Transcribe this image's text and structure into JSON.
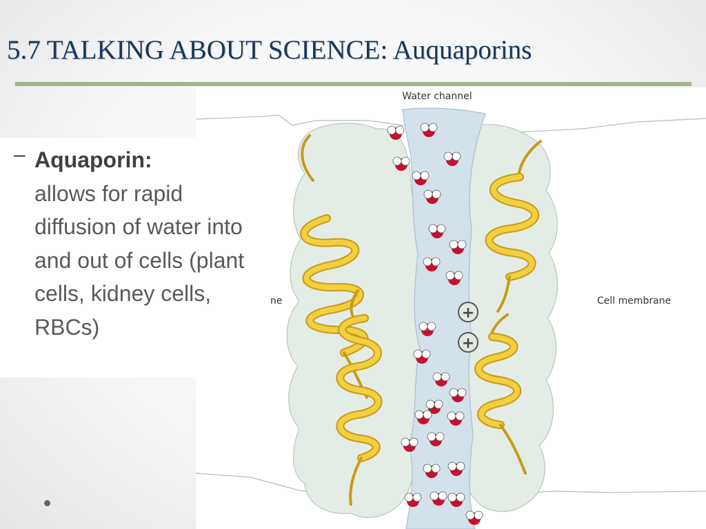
{
  "slide": {
    "title": "5.7 TALKING ABOUT SCIENCE: Auquaporins",
    "bullet": {
      "term": "Aquaporin:",
      "body": "allows for rapid diffusion of water into and out of cells (plant cells, kidney cells, RBCs)"
    }
  },
  "figure": {
    "labels": {
      "water_channel": "Water channel",
      "cell_membrane_left_fragment": "ne",
      "cell_membrane_right": "Cell membrane"
    },
    "charge_symbols": [
      "+",
      "+"
    ],
    "water_molecule_count": 25,
    "helix_count": 4
  },
  "colors": {
    "title": "#17375e",
    "rule": "#a3b38a",
    "protein_fill": "#e4ece6",
    "channel_fill": "#d3e1ea",
    "helix": "#f2cf3e",
    "oxygen": "#c8102e"
  }
}
